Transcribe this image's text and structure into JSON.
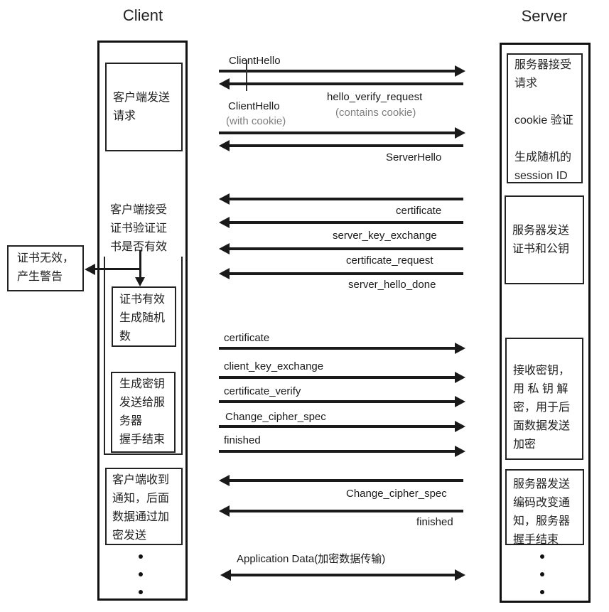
{
  "titles": {
    "client": "Client",
    "server": "Server"
  },
  "client": {
    "send_request": "客户端发送\n请求",
    "accept_cert": "客户端接受\n证书验证证\n书是否有效",
    "cert_valid": "证书有效\n生成随机\n数",
    "gen_key": "生成密钥\n发送给服\n务器\n握手结束",
    "notified": "客户端收到\n通知，后面\n数据通过加\n密发送"
  },
  "warning": {
    "text": "证书无效，\n产生警告"
  },
  "server": {
    "accept_request": "服务器接受\n请求\n\ncookie 验证\n\n生成随机的\nsession ID",
    "send_cert": "服务器发送\n证书和公钥",
    "recv_key": "接收密钥，\n用 私 钥 解\n密，用于后\n面数据发送\n加密",
    "cipher_change": "服务器发送\n编码改变通\n知，服务器\n握手结束"
  },
  "messages": {
    "client_hello_1": "ClientHello",
    "hello_verify_request": "hello_verify_request",
    "contains_cookie": "(contains cookie)",
    "client_hello_2": "ClientHello",
    "with_cookie": "(with cookie)",
    "server_hello": "ServerHello",
    "certificate_from_server": "certificate",
    "server_key_exchange": "server_key_exchange",
    "certificate_request": "certificate_request",
    "server_hello_done": "server_hello_done",
    "certificate_from_client": "certificate",
    "client_key_exchange": "client_key_exchange",
    "certificate_verify": "certificate_verify",
    "change_cipher_spec_client": "Change_cipher_spec",
    "finished_client": "finished",
    "change_cipher_spec_server": "Change_cipher_spec",
    "finished_server": "finished",
    "application_data": "Application Data(加密数据传输)"
  },
  "colors": {
    "line": "#1a1a1a",
    "muted_label": "#7f7f7f"
  }
}
